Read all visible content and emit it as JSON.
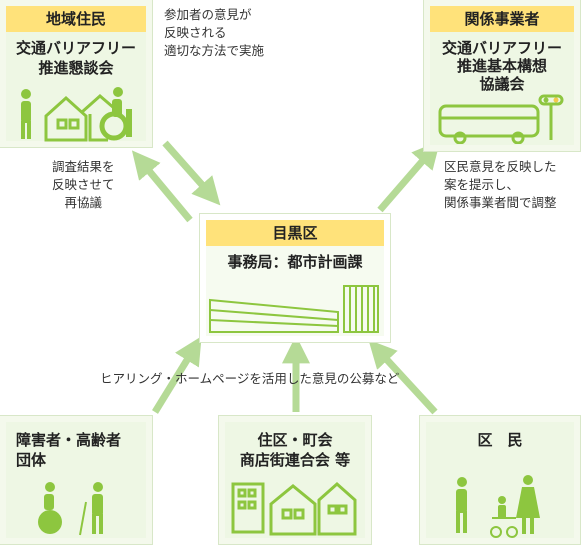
{
  "boxes": {
    "residents": {
      "header": "地域住民",
      "line1": "交通バリアフリー",
      "line2": "推進懇談会"
    },
    "operators": {
      "header": "関係事業者",
      "line1": "交通バリアフリー",
      "line2": "推進基本構想",
      "line3": "協議会"
    },
    "meguro": {
      "header": "目黒区",
      "line1": "事務局：都市計画課"
    },
    "disabled": {
      "line1": "障害者・高齢者",
      "line2": "団体"
    },
    "community": {
      "line1": "住区・町会",
      "line2": "商店街連合会 等"
    },
    "citizens": {
      "line1": "区　民"
    }
  },
  "notes": {
    "reflect": [
      "参加者の意見が",
      "反映される",
      "適切な方法で実施"
    ],
    "survey": [
      "調査結果を",
      "反映させて",
      "再協議"
    ],
    "proposal": [
      "区民意見を反映した",
      "案を提示し、",
      "関係事業者間で調整"
    ],
    "hearing": "ヒアリング・ホームページを活用した意見の公募など"
  },
  "colors": {
    "arrow": "#b5da96",
    "header": "#ffe27a",
    "panel": "#eef7e4",
    "illus": "#8dc63f"
  }
}
